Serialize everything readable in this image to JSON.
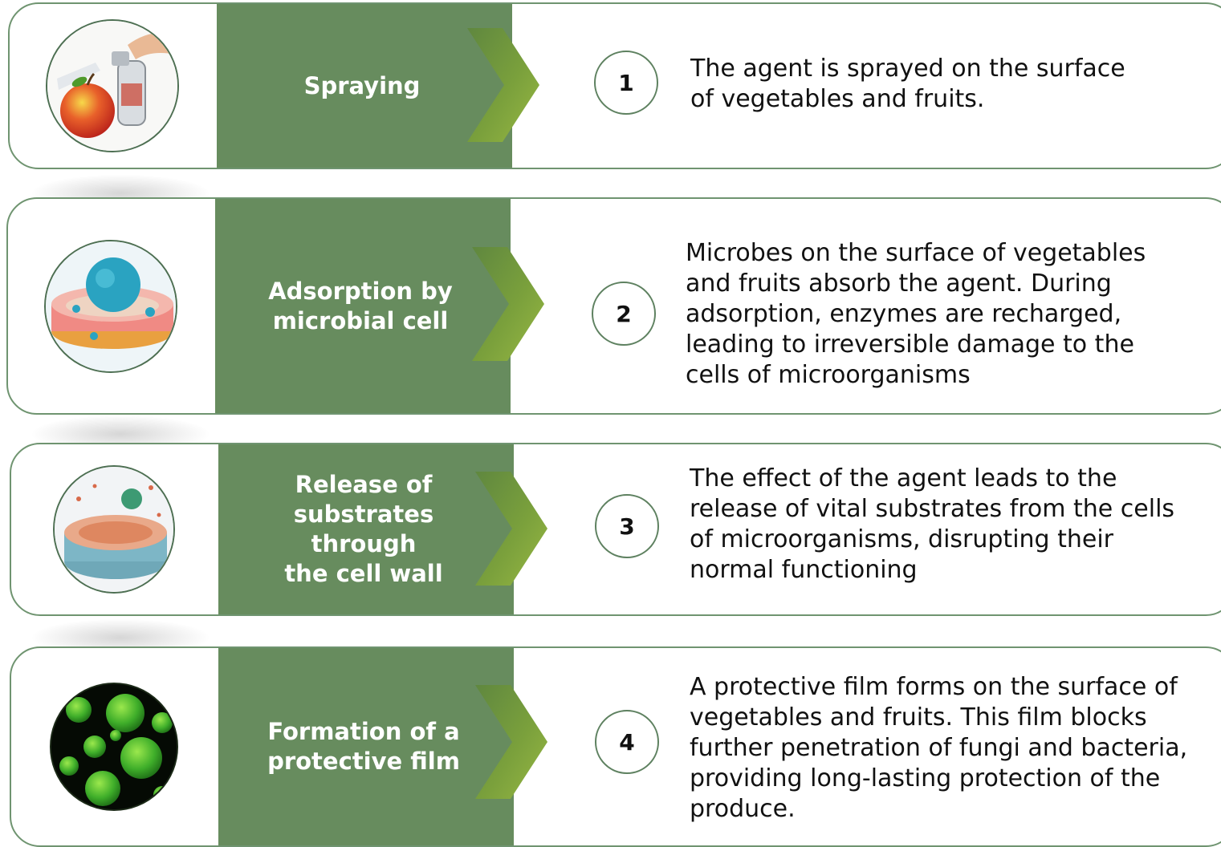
{
  "steps": [
    {
      "number": "1",
      "title": "Spraying",
      "icon": "spray-apple-icon",
      "description": "The agent is sprayed on the surface\nof vegetables and fruits."
    },
    {
      "number": "2",
      "title": "Adsorption by\nmicrobial cell",
      "icon": "microbial-cell-icon",
      "description": "Microbes on the surface of vegetables\nand fruits absorb the agent. During\nadsorption, enzymes are recharged,\nleading to irreversible damage to the\ncells of microorganisms"
    },
    {
      "number": "3",
      "title": "Release of\nsubstrates through\nthe cell wall",
      "icon": "cell-wall-release-icon",
      "description": "The effect of the agent leads to the\nrelease of vital substrates from the cells\nof microorganisms, disrupting their\nnormal functioning"
    },
    {
      "number": "4",
      "title": "Formation of a\nprotective film",
      "icon": "protective-film-icon",
      "description": "A protective film forms on the surface of\nvegetables and fruits. This film blocks\nfurther penetration of fungi and bacteria,\nproviding long-lasting protection of the\nproduce."
    }
  ],
  "colors": {
    "band": "#678c5e",
    "border": "#6f9470",
    "chevron_dark": "#5f873f",
    "chevron_light": "#8fb03f"
  }
}
